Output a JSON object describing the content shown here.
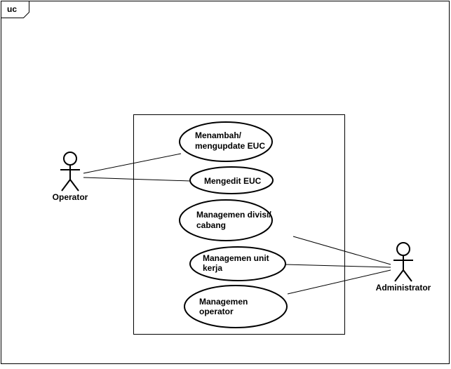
{
  "frame": {
    "label": "uc"
  },
  "actors": {
    "operator": {
      "name": "Operator"
    },
    "administrator": {
      "name": "Administrator"
    }
  },
  "use_cases": {
    "uc1": {
      "line1": "Menambah/",
      "line2": "mengupdate EUC"
    },
    "uc2": {
      "line1": "Mengedit EUC"
    },
    "uc3": {
      "line1": "Managemen divisi/",
      "line2": "cabang"
    },
    "uc4": {
      "line1": "Managemen unit",
      "line2": "kerja"
    },
    "uc5": {
      "line1": "Managemen",
      "line2": "operator"
    }
  },
  "colors": {
    "stroke": "#000000",
    "background": "#ffffff"
  }
}
